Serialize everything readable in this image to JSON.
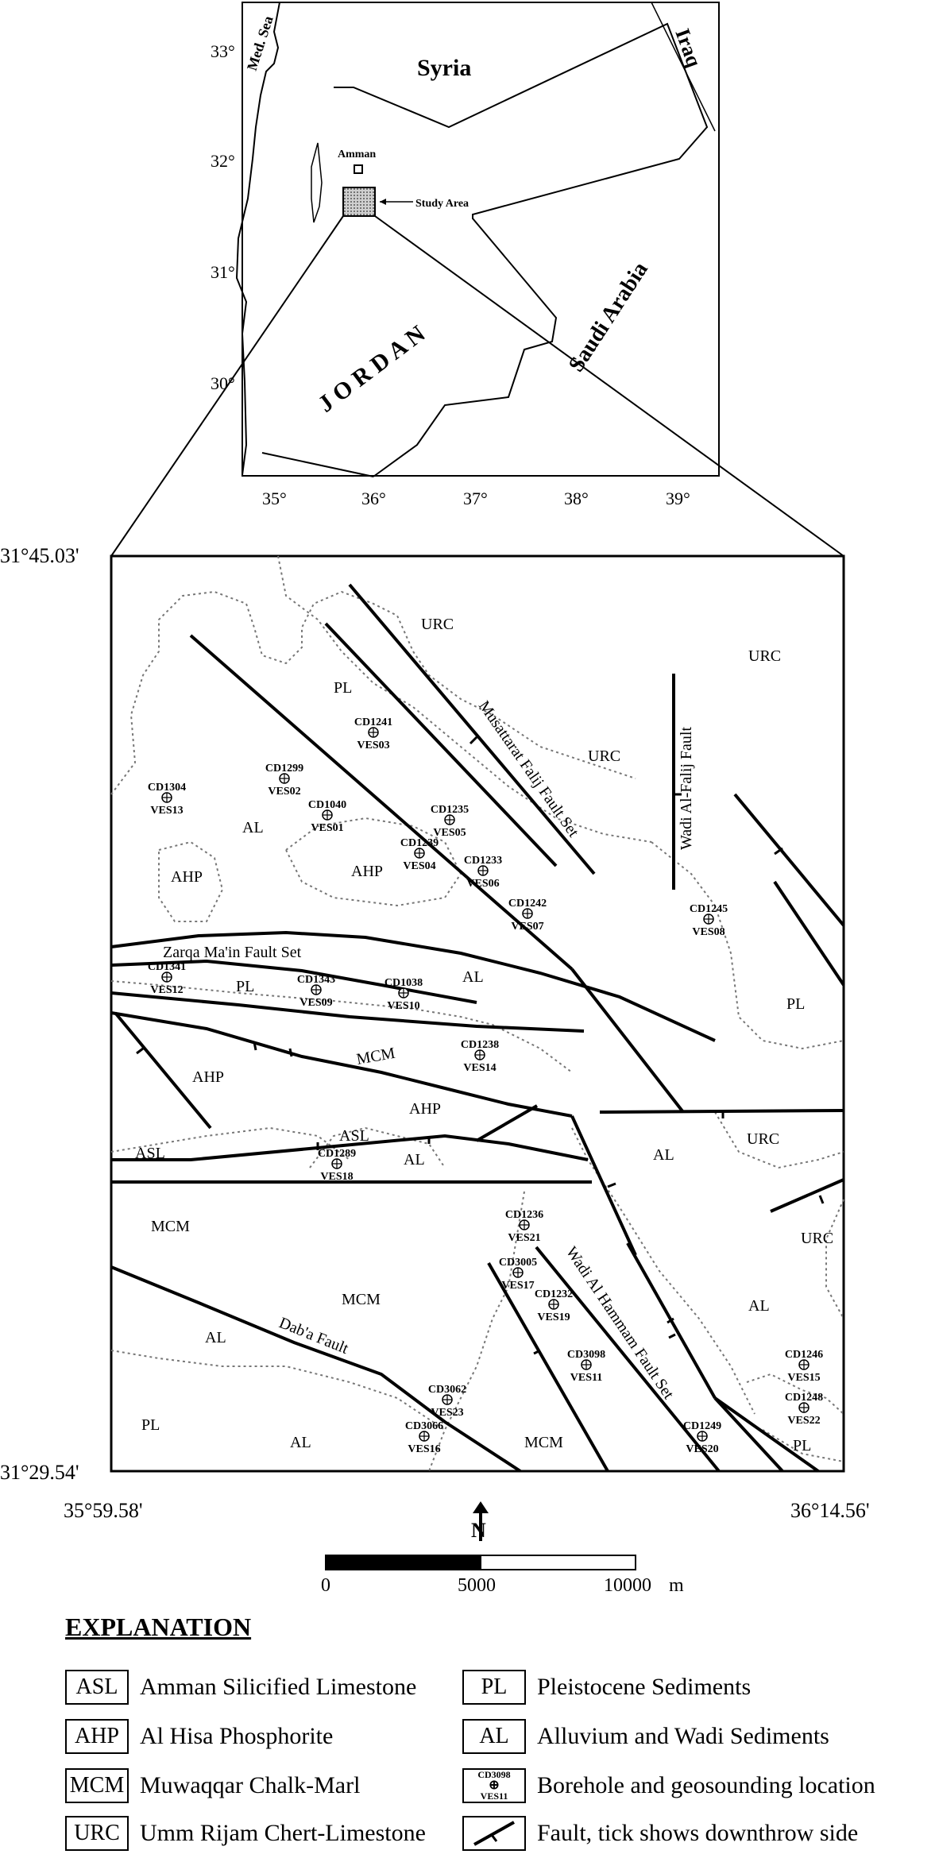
{
  "inset": {
    "lat_ticks": [
      "33°",
      "32°",
      "31°",
      "30°"
    ],
    "lon_ticks": [
      "35°",
      "36°",
      "37°",
      "38°",
      "39°"
    ],
    "labels": {
      "med_sea": "Med. Sea",
      "syria": "Syria",
      "iraq": "Iraq",
      "amman": "Amman",
      "study_area": "Study Area",
      "jordan": "J O R D A N",
      "saudi": "Saudi Arabia"
    }
  },
  "main": {
    "corner_nw": "31°45.03'",
    "corner_sw": "31°29.54'",
    "corner_sw_lon": "35°59.58'",
    "corner_se_lon": "36°14.56'",
    "units": [
      {
        "code": "URC"
      },
      {
        "code": "URC"
      },
      {
        "code": "URC"
      },
      {
        "code": "URC"
      },
      {
        "code": "URC"
      },
      {
        "code": "PL"
      },
      {
        "code": "PL"
      },
      {
        "code": "PL"
      },
      {
        "code": "PL"
      },
      {
        "code": "PL"
      },
      {
        "code": "AL"
      },
      {
        "code": "AL"
      },
      {
        "code": "AL"
      },
      {
        "code": "AL"
      },
      {
        "code": "AL"
      },
      {
        "code": "AL"
      },
      {
        "code": "AL"
      },
      {
        "code": "AHP"
      },
      {
        "code": "AHP"
      },
      {
        "code": "AHP"
      },
      {
        "code": "AHP"
      },
      {
        "code": "MCM"
      },
      {
        "code": "MCM"
      },
      {
        "code": "MCM"
      },
      {
        "code": "MCM"
      },
      {
        "code": "ASL"
      },
      {
        "code": "ASL"
      }
    ],
    "faults": [
      {
        "name": "Musattarat Falij Fault Set"
      },
      {
        "name": "Wadi Al-Falij Fault"
      },
      {
        "name": "Zarqa Ma'in Fault Set"
      },
      {
        "name": "Dab'a Fault"
      },
      {
        "name": "Wadi Al Hammam Fault Set"
      }
    ],
    "stations": [
      {
        "cd": "CD1241",
        "ves": "VES03"
      },
      {
        "cd": "CD1299",
        "ves": "VES02"
      },
      {
        "cd": "CD1304",
        "ves": "VES13"
      },
      {
        "cd": "CD1040",
        "ves": "VES01"
      },
      {
        "cd": "CD1235",
        "ves": "VES05"
      },
      {
        "cd": "CD1239",
        "ves": "VES04"
      },
      {
        "cd": "CD1233",
        "ves": "VES06"
      },
      {
        "cd": "CD1242",
        "ves": "VES07"
      },
      {
        "cd": "CD1245",
        "ves": "VES08"
      },
      {
        "cd": "CD1341",
        "ves": "VES12"
      },
      {
        "cd": "CD1343",
        "ves": "VES09"
      },
      {
        "cd": "CD1038",
        "ves": "VES10"
      },
      {
        "cd": "CD1238",
        "ves": "VES14"
      },
      {
        "cd": "CD1289",
        "ves": "VES18"
      },
      {
        "cd": "CD1236",
        "ves": "VES21"
      },
      {
        "cd": "CD3005",
        "ves": "VES17"
      },
      {
        "cd": "CD1232",
        "ves": "VES19"
      },
      {
        "cd": "CD3098",
        "ves": "VES11"
      },
      {
        "cd": "CD3062",
        "ves": "VES23"
      },
      {
        "cd": "CD3066",
        "ves": "VES16"
      },
      {
        "cd": "CD1249",
        "ves": "VES20"
      },
      {
        "cd": "CD1246",
        "ves": "VES15"
      },
      {
        "cd": "CD1248",
        "ves": "VES22"
      }
    ]
  },
  "north": {
    "label": "N"
  },
  "scale": {
    "ticks": [
      "0",
      "5000",
      "10000"
    ],
    "unit": "m"
  },
  "legend": {
    "title": "EXPLANATION",
    "items": [
      {
        "code": "ASL",
        "label": "Amman Silicified Limestone"
      },
      {
        "code": "AHP",
        "label": "Al Hisa Phosphorite"
      },
      {
        "code": "MCM",
        "label": "Muwaqqar Chalk-Marl"
      },
      {
        "code": "URC",
        "label": "Umm Rijam Chert-Limestone"
      },
      {
        "code": "PL",
        "label": "Pleistocene Sediments"
      },
      {
        "code": "AL",
        "label": "Alluvium and Wadi Sediments"
      },
      {
        "code": "CD3098|VES11",
        "label": "Borehole and geosounding location"
      },
      {
        "code": "",
        "label": "Fault, tick shows downthrow side"
      }
    ]
  },
  "colors": {
    "line": "#000000",
    "contact": "#777777",
    "study_area_fill": "#9a9a9a"
  }
}
